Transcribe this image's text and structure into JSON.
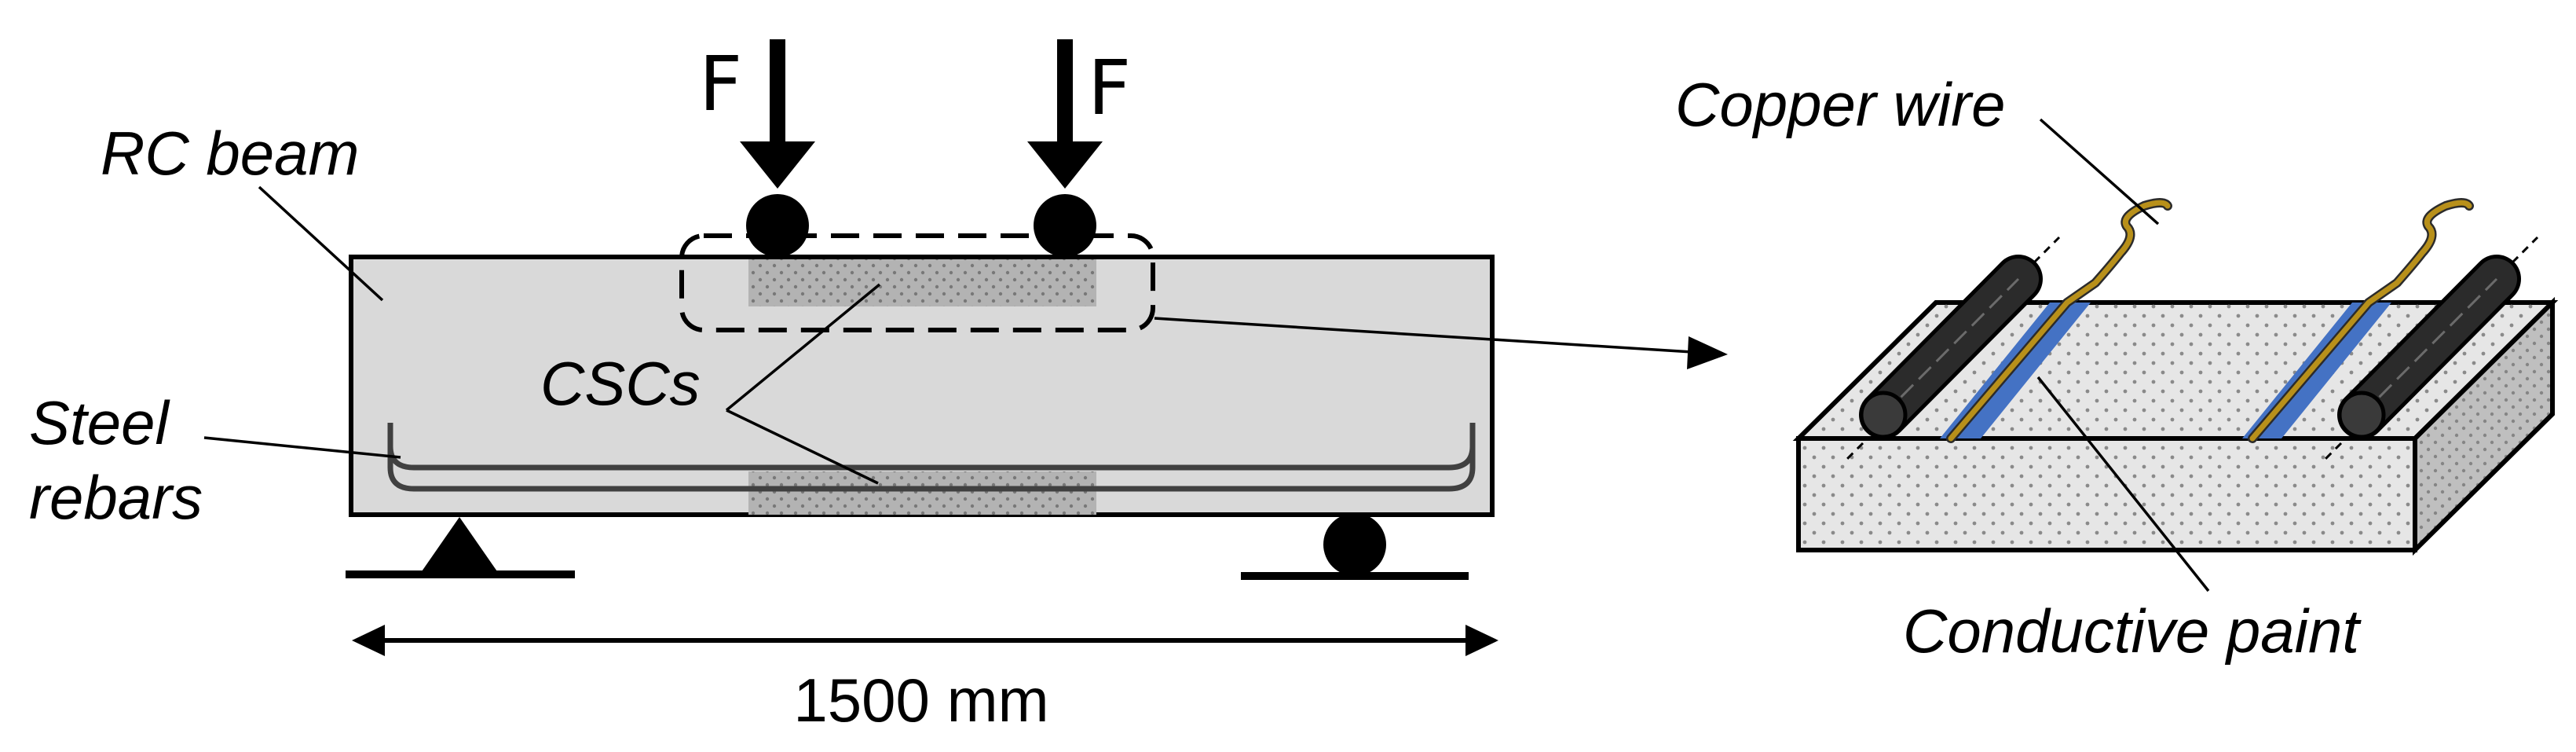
{
  "labels": {
    "rc_beam": "RC beam",
    "steel_rebars_line1": "Steel",
    "steel_rebars_line2": "rebars",
    "cscs": "CSCs",
    "dimension": "1500 mm",
    "force_left": "F",
    "force_right": "F",
    "copper_wire": "Copper wire",
    "conductive_paint": "Conductive paint"
  },
  "colors": {
    "beam_fill": "#d9d9d9",
    "csc_patch": "#b3b3b3",
    "copper_wire": "#b8901a",
    "conductive_paint": "#4472c4",
    "electrode": "#2b2b2b",
    "block_top": "#e6e6e6",
    "block_front": "#e6e6e6",
    "block_side": "#bfbfbf"
  }
}
